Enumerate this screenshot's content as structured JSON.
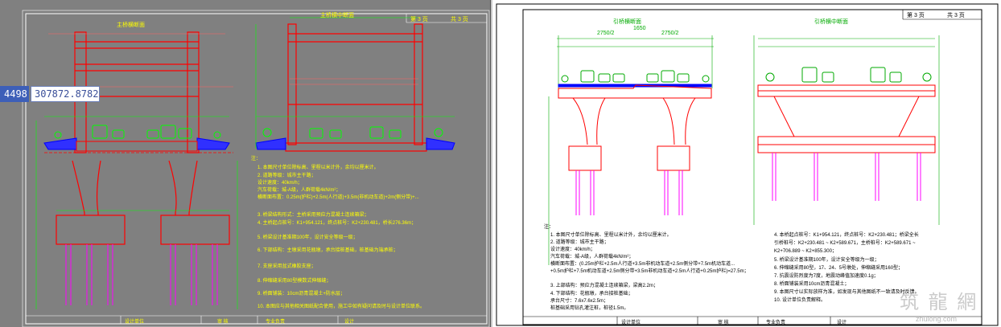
{
  "coordinates": {
    "x_fragment": "4498",
    "y_value": "307872.8782"
  },
  "left_sheet": {
    "title_a": "主桥横断面",
    "title_b": "主桥横中断面",
    "sheet_no": "第 3 页",
    "sheet_of": "共 3 页",
    "notes_head": "注：",
    "notes": [
      "1. 本图尺寸单位除标高、里程以米计外，余均以厘米计。",
      "2. 道路等级：城市主干路；",
      "   设计速度：40km/h；",
      "   汽车荷载：城-A级，人群荷载4kN/m²；",
      "   横断面布置：0.25m(护栏)+2.5m(人行道)+3.5m(非机动车道)+2m(侧分带)+...",
      "3. 桥梁结构形式：主桥采用预应力混凝土连续箱梁；",
      "4. 主桥起点桩号：K1+954.121，终点桩号：K2+230.481，桥长276.36m；",
      "5. 桥梁设计基准期100年，设计安全等级一级；",
      "6. 下部结构：主墩采用花瓶墩，承台接桩基础，桩基础为端承桩；",
      "7. 支座采用盆式橡胶支座；",
      "8. 伸缩缝采用80型模数式伸缩缝；",
      "9. 桥面铺装：10cm沥青混凝土+防水层；",
      "10. 本图应与其他相关图纸配合使用，施工中如有疑问请及时与设计单位联系。"
    ],
    "titleblock": [
      "设计单位",
      "审 核",
      "专业负责",
      "设计"
    ]
  },
  "right_sheet": {
    "title_a": "引桥横断面",
    "title_b": "引桥横中断面",
    "sheet_no": "第 3 页",
    "sheet_of": "共 3 页",
    "dim_a": "2750/2",
    "dim_b": "2750/2",
    "dim_c": "1650",
    "notes_head": "注：",
    "notes_left": [
      "1. 本图尺寸单位除标高、里程以米计外，余均以厘米计。",
      "2. 道路等级：城市主干路；",
      "   设计速度：40km/h；",
      "   汽车荷载：城-A级，人群荷载4kN/m²；",
      "   横断面布置：(0.25m护栏+2.5m人行道+3.5m非机动车道+2.5m侧分带+7.5m机动车道...",
      "   +0.5m护栏+7.5m机动车道+2.5m侧分带+3.5m非机动车道+2.5m人行道+0.25m护栏)=27.5m；",
      "3. 上部结构：预应力混凝土连续箱梁，梁高2.2m；",
      "4. 下部结构：花瓶墩，承台接桩基础；",
      "   承台尺寸：7.6x7.6x2.5m；",
      "   桩基础采用钻孔灌注桩，桩径1.5m。"
    ],
    "notes_right": [
      "4. 本桥起点桩号：K1+954.121，终点桩号：K2+230.481；桥梁全长",
      "   引桥桩号：K2+230.481 ~ K2+589.671，主桥桩号：K2+589.671 ~",
      "   K2+706.889 ~ K2+855.300；",
      "5. 桥梁设计基准期100年，设计安全等级为一级；",
      "6. 伸缩缝采用80型，17、24、5号墩处，伸缩缝采用160型；",
      "7. 抗震设防烈度为7度，地震动峰值加速度0.1g；",
      "8. 桥面铺装采用10cm沥青混凝土；",
      "9. 本图尺寸以实际放样为准，如发现与其他图纸不一致请及时反馈。",
      "10. 设计单位负责解释。"
    ],
    "titleblock": [
      "设计单位",
      "审 核",
      "专业负责",
      "设计"
    ]
  },
  "watermark": {
    "text": "筑 龍 網",
    "sub": "zhulong.com"
  },
  "colors": {
    "cad_bg": "#808080",
    "paper_bg": "#ffffff",
    "structure": "#ff0000",
    "dimension": "#00ff00",
    "vehicle": "#00ff00",
    "highlight": "#0000ff",
    "pile": "#ff00ff",
    "text": "#ffff00"
  }
}
